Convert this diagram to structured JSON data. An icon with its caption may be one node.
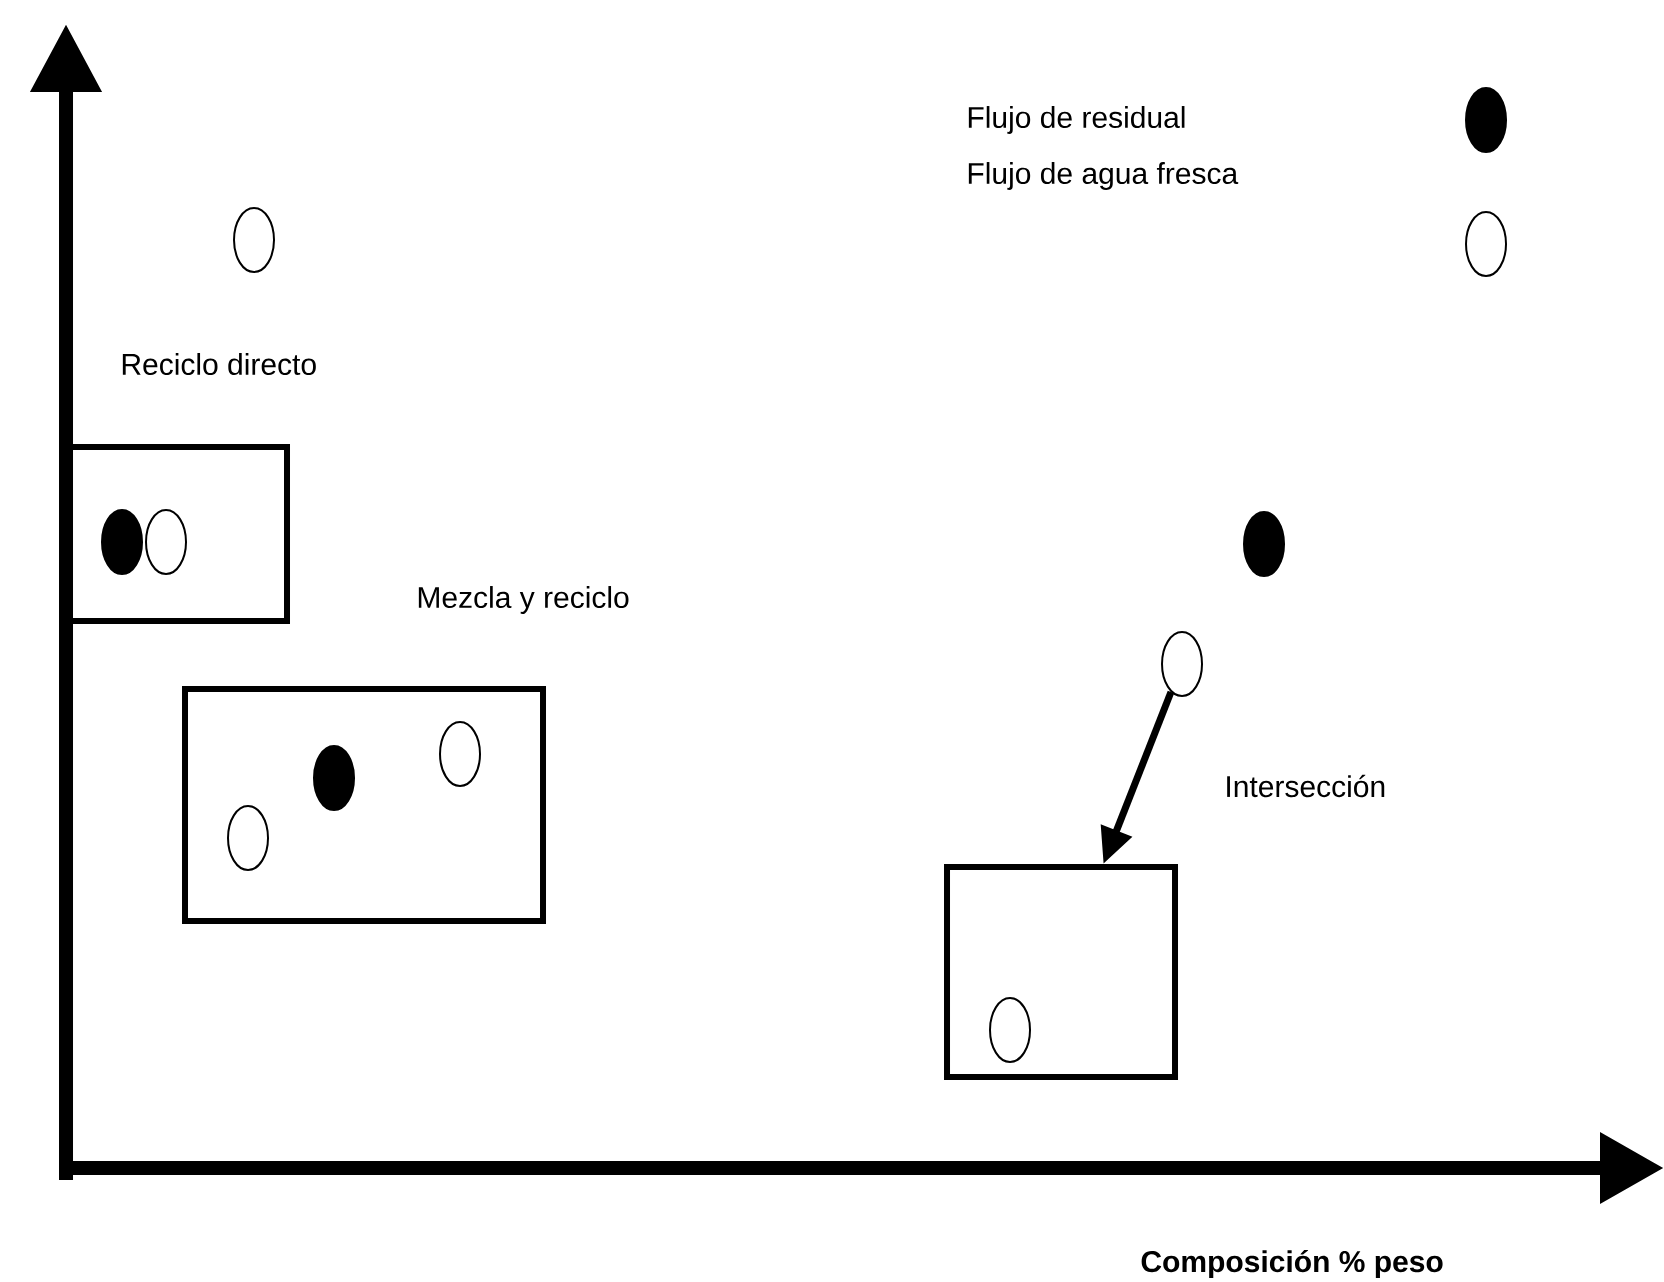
{
  "diagram": {
    "nodes": [
      {
        "text": [],
        "shape": "circle"
      },
      {
        "text": [],
        "shape": "box"
      },
      {
        "text": [],
        "shape": "circle",
        "in": 1
      },
      {
        "text": [],
        "shape": "circle",
        "in": 1
      },
      {
        "text": [],
        "shape": "circle"
      },
      {
        "text": [],
        "shape": "circle"
      },
      {
        "text": [],
        "shape": "box"
      },
      {
        "text": [],
        "shape": "circle",
        "in": 6
      },
      {
        "text": [],
        "shape": "circle",
        "in": 6
      },
      {
        "text": [],
        "shape": "circle",
        "in": 6
      },
      {
        "text": [],
        "shape": "box"
      },
      {
        "text": [],
        "shape": "circle",
        "in": 10
      }
    ],
    "edges": [
      {
        "from": 5,
        "to": 10,
        "arrow": "to"
      }
    ],
    "labels": [
      "Reciclo directo",
      "Mezcla y reciclo",
      "Intersección",
      "Composición % peso"
    ],
    "legend": [
      {
        "text": "Flujo de residual"
      },
      {
        "text": "Flujo de agua fresca"
      }
    ]
  }
}
